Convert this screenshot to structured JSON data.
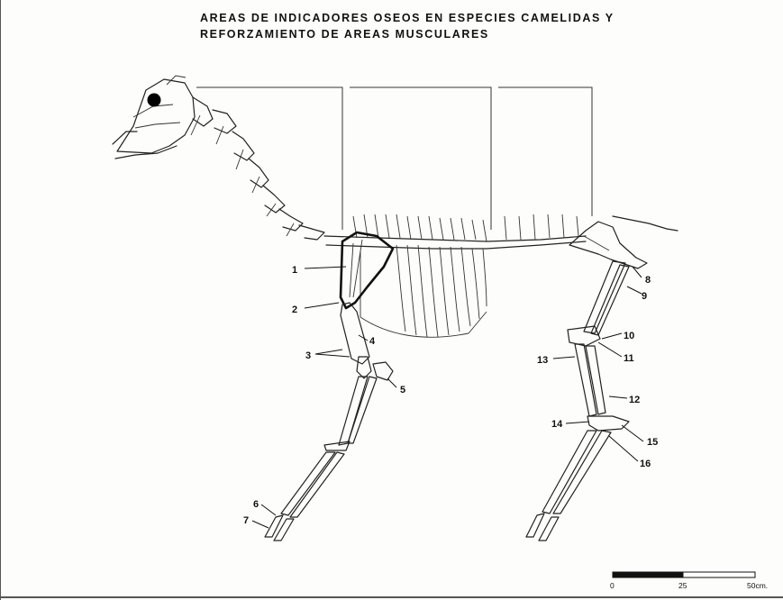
{
  "title": {
    "line1": "AREAS DE INDICADORES OSEOS EN ESPECIES CAMELIDAS Y",
    "line2": "REFORZAMIENTO DE AREAS MUSCULARES"
  },
  "labels": [
    "1",
    "2",
    "3",
    "4",
    "5",
    "6",
    "7",
    "8",
    "9",
    "10",
    "11",
    "12",
    "13",
    "14",
    "15",
    "16"
  ],
  "scale_bar": {
    "ticks": [
      "0",
      "25",
      "50cm."
    ]
  }
}
